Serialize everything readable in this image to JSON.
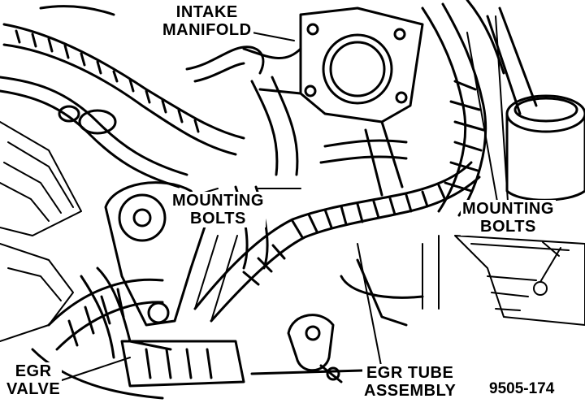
{
  "labels": {
    "intake_manifold": [
      "INTAKE",
      "MANIFOLD"
    ],
    "mounting_bolts_center": [
      "MOUNTING",
      "BOLTS"
    ],
    "mounting_bolts_right": [
      "MOUNTING",
      "BOLTS"
    ],
    "egr_valve": [
      "EGR",
      "VALVE"
    ],
    "egr_tube_assembly": [
      "EGR TUBE",
      "ASSEMBLY"
    ]
  },
  "figure_number": "9505-174",
  "colors": {
    "ink": "#000000",
    "paper": "#ffffff"
  }
}
